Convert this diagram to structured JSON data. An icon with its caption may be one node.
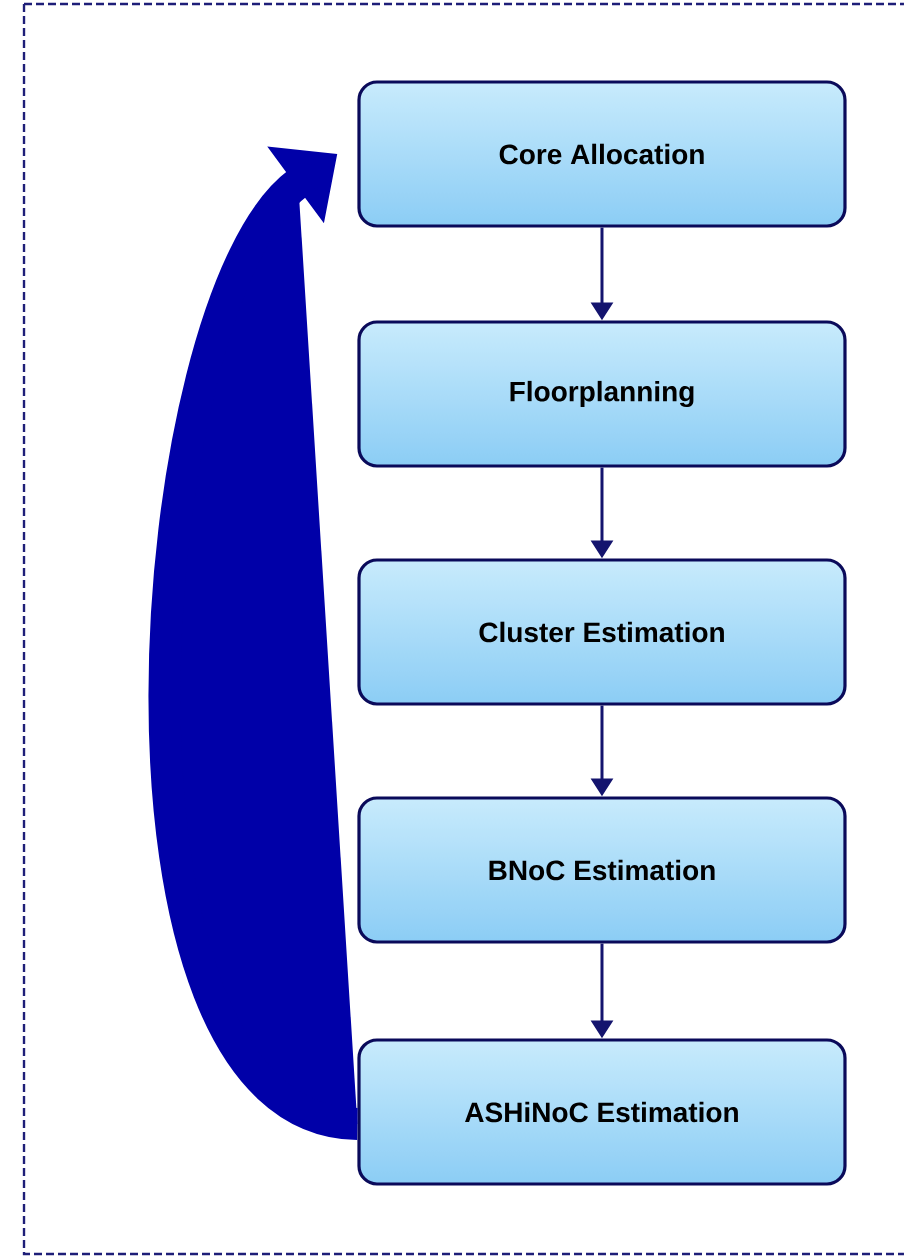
{
  "diagram": {
    "nodes": [
      {
        "text": [
          "Core Allocation"
        ]
      },
      {
        "text": [
          "Floorplanning"
        ]
      },
      {
        "text": [
          "Cluster Estimation"
        ]
      },
      {
        "text": [
          "BNoC Estimation"
        ]
      },
      {
        "text": [
          "ASHiNoC Estimation"
        ]
      }
    ],
    "edges": [
      {
        "from": 0,
        "to": 1,
        "arrow": "to"
      },
      {
        "from": 1,
        "to": 2,
        "arrow": "to"
      },
      {
        "from": 2,
        "to": 3,
        "arrow": "to"
      },
      {
        "from": 3,
        "to": 4,
        "arrow": "to"
      },
      {
        "from": 4,
        "to": 0,
        "arrow": "to",
        "style": "thick",
        "color": "#0000a8"
      }
    ]
  }
}
